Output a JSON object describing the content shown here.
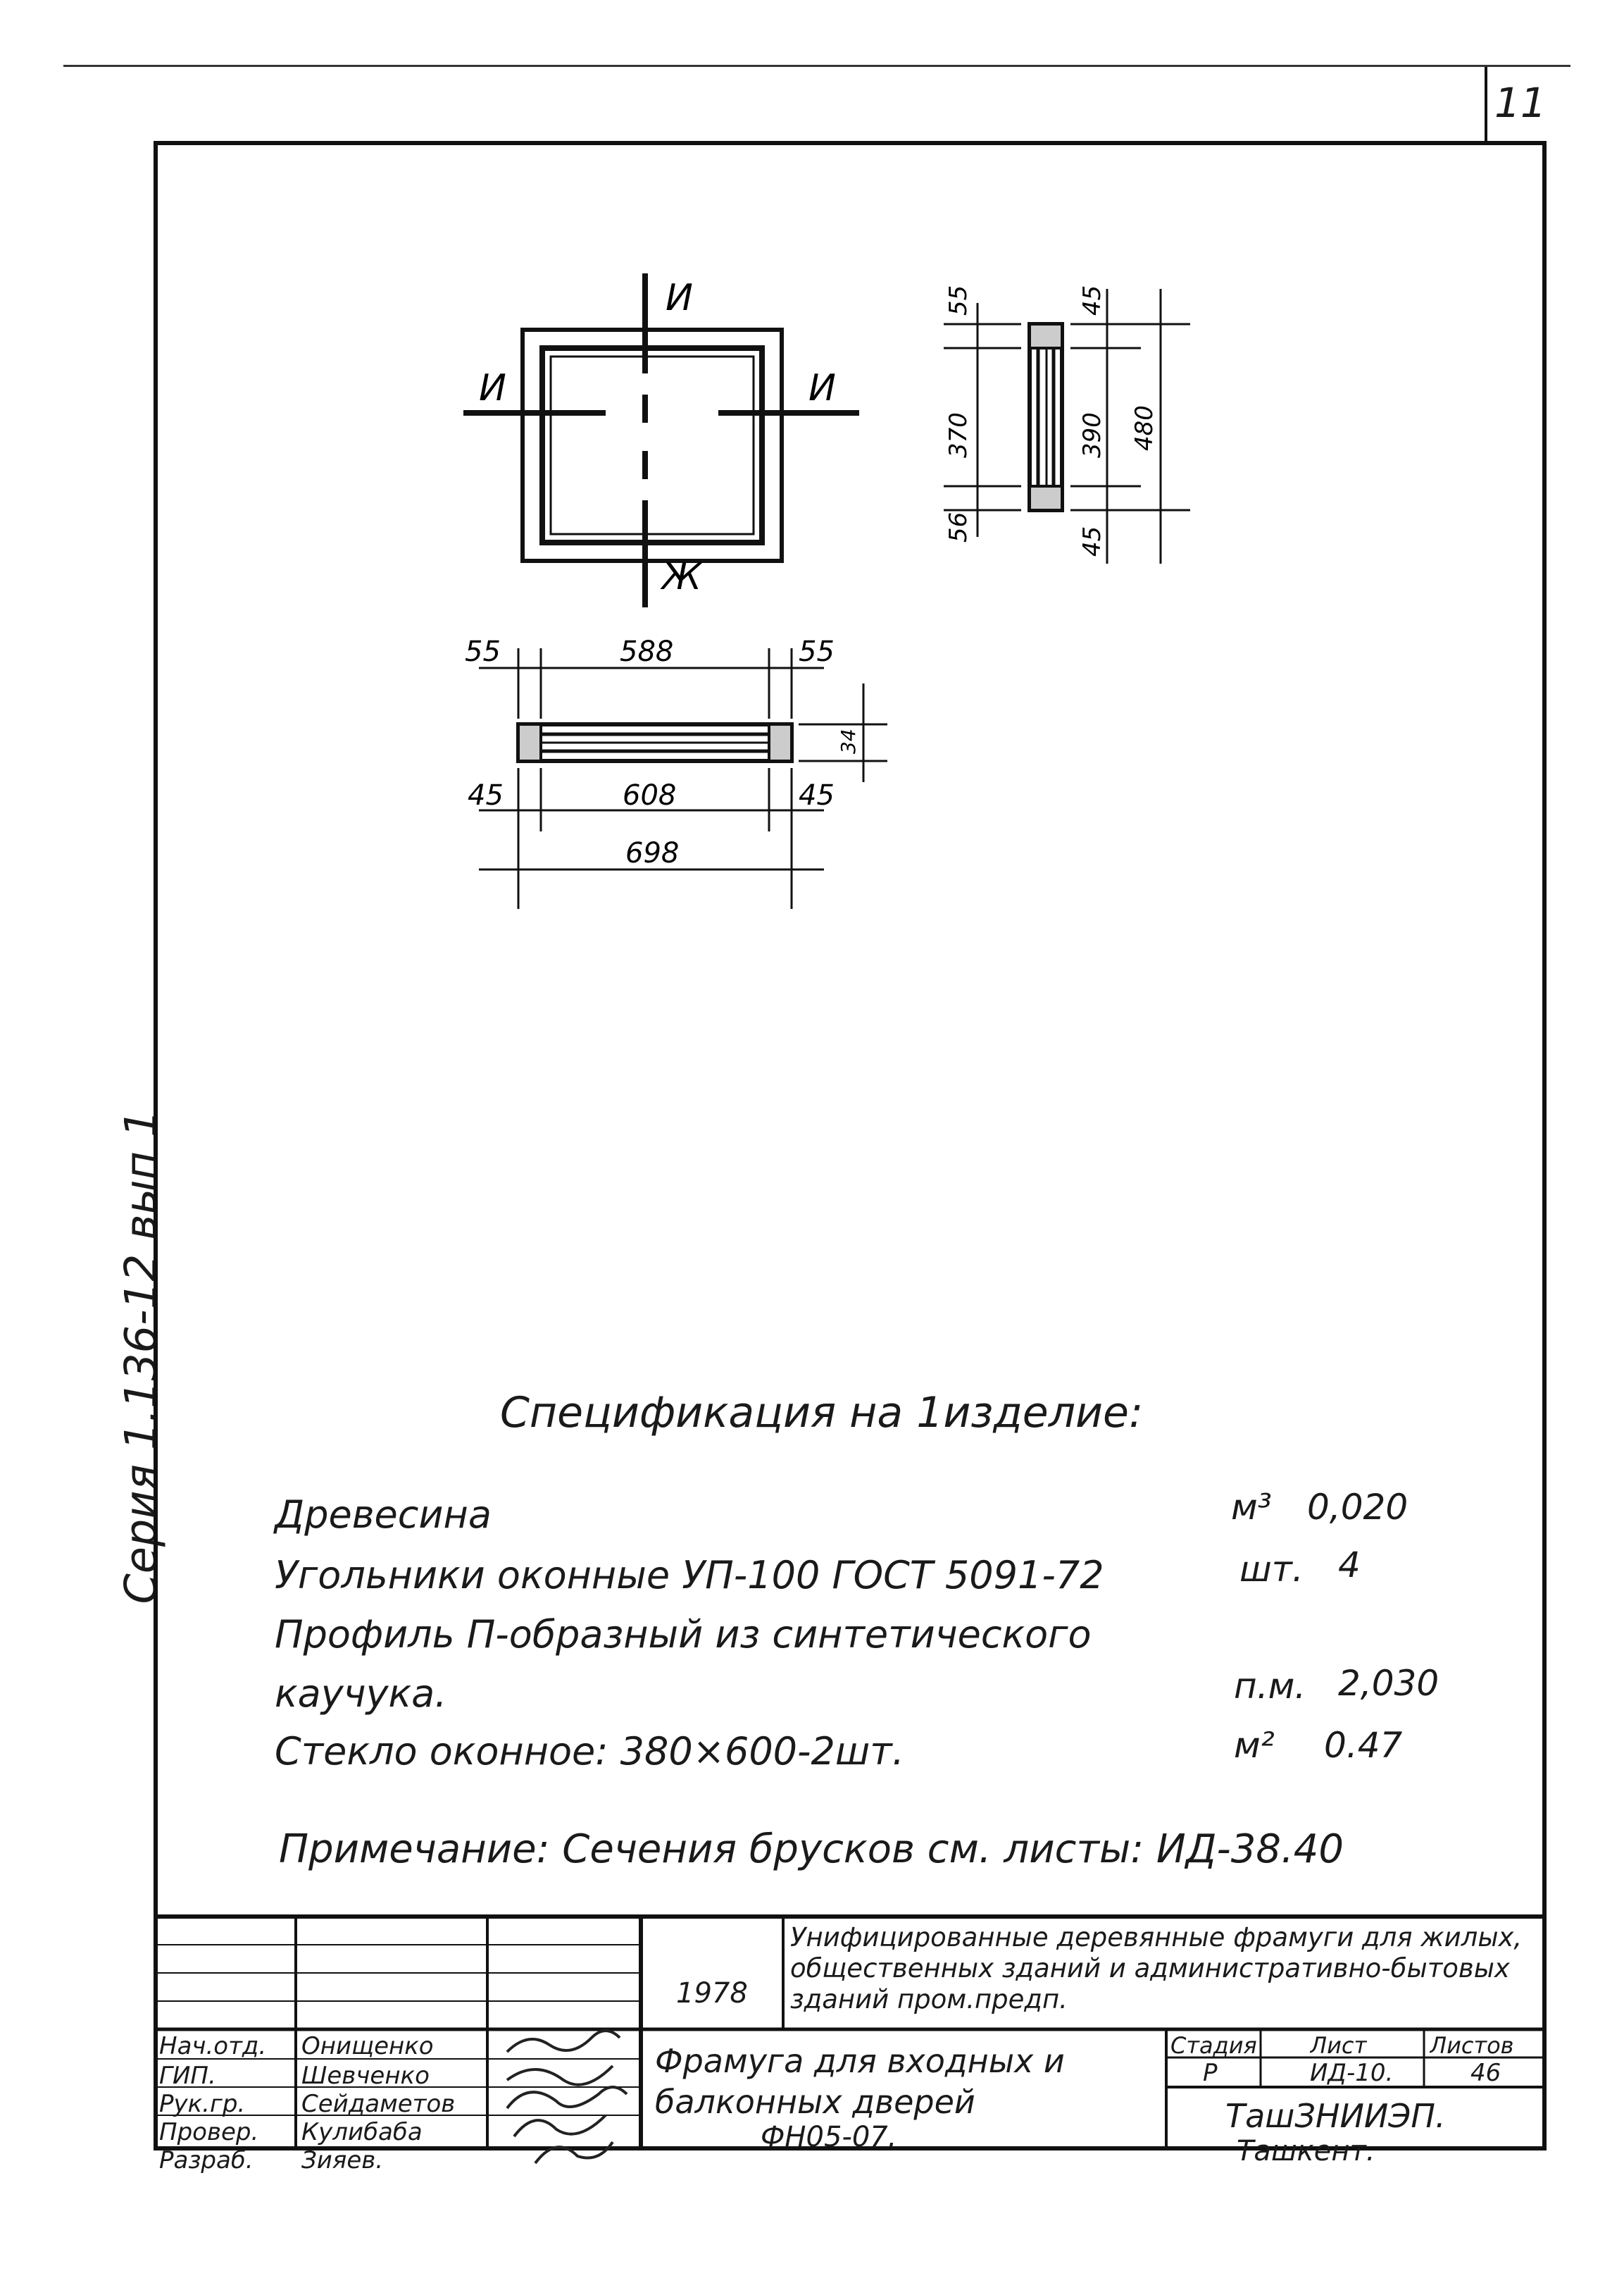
{
  "page_number": "11",
  "side_label": "Серия 1.136-12 вып 1",
  "drawing": {
    "section_marks": {
      "top": "И",
      "left": "И",
      "right": "И",
      "bottom": "Ж"
    },
    "side_section_dims": {
      "top_left": "55",
      "mid_left": "370",
      "bottom_left": "56",
      "top_right": "45",
      "mid_right": "390",
      "bottom_right": "45",
      "overall": "480"
    },
    "plan_dims": {
      "top_left": "55",
      "top_mid": "588",
      "top_right": "55",
      "bottom_left": "45",
      "bottom_mid": "608",
      "bottom_right": "45",
      "overall": "698",
      "thickness": "34"
    }
  },
  "spec": {
    "title": "Спецификация на 1изделие:",
    "rows": [
      {
        "name": "Древесина",
        "unit": "м³",
        "value": "0,020"
      },
      {
        "name": "Угольники оконные УП-100 ГОСТ 5091-72",
        "unit": "шт.",
        "value": "4"
      },
      {
        "name": "Профиль П-образный из синтетического",
        "unit": "",
        "value": ""
      },
      {
        "name": "каучука.",
        "unit": "п.м.",
        "value": "2,030"
      },
      {
        "name": "Стекло оконное: 380×600-2шт.",
        "unit": "м²",
        "value": "0.47"
      }
    ],
    "note": "Примечание: Сечения брусков см. листы: ИД-38.40"
  },
  "title_block": {
    "year": "1978",
    "project_title": "Унифицированные деревянные фрамуги для жилых, общественных зданий и административно-бытовых зданий пром.предп.",
    "drawing_title_1": "Фрамуга для входных и",
    "drawing_title_2": "балконных дверей",
    "drawing_title_3": "ФН05-07.",
    "roles": [
      {
        "role": "Нач.отд.",
        "name": "Онищенко"
      },
      {
        "role": "ГИП.",
        "name": "Шевченко"
      },
      {
        "role": "Рук.гр.",
        "name": "Сейдаметов"
      },
      {
        "role": "Провер.",
        "name": "Кулибаба"
      },
      {
        "role": "Разраб.",
        "name": "Зияев."
      }
    ],
    "stage_header": "Стадия",
    "sheet_header": "Лист",
    "sheets_header": "Листов",
    "stage": "Р",
    "sheet": "ИД-10.",
    "sheets": "46",
    "org": "ТашЗНИИЭП.",
    "city": "Ташкент."
  }
}
